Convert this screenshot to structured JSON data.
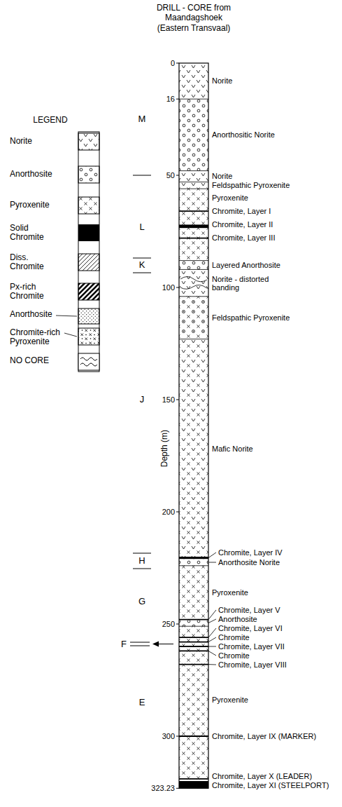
{
  "diagram": {
    "title": "DRILL - CORE from Maandagshoek (Eastern Transvaal)",
    "labels": [
      "LEGEND",
      "0",
      "16",
      "50",
      "100",
      "150",
      "200",
      "250",
      "300",
      "323.23",
      "Depth (m)",
      "M",
      "L",
      "K",
      "J",
      "H",
      "G",
      "F",
      "E",
      "Norite",
      "Anorthositic Norite",
      "Norite",
      "Feldspathic Pyroxenite",
      "Pyroxenite",
      "Chromite, Layer I",
      "Chromite, Layer II",
      "Chromite, Layer III",
      "Layered Anorthosite",
      "Norite - distorted banding",
      "Feldspathic Pyroxenite",
      "Mafic Norite",
      "Chromite, Layer IV",
      "Anorthosite Norite",
      "Pyroxenite",
      "Chromite, Layer V",
      "Anorthosite",
      "Chromite, Layer VI",
      "Chromite",
      "Chromite, Layer VII",
      "Chromite",
      "Chromite, Layer VIII",
      "Pyroxenite",
      "Chromite, Layer IX (MARKER)",
      "Chromite, Layer X (LEADER)",
      "Chromite, Layer XI (STEELPORT)"
    ],
    "legend": [
      {
        "text": "Norite"
      },
      {
        "text": "Anorthosite"
      },
      {
        "text": "Pyroxenite"
      },
      {
        "text": "Solid Chromite",
        "color": "#000000"
      },
      {
        "text": "Diss. Chromite"
      },
      {
        "text": "Px-rich Chromite"
      },
      {
        "text": "Anorthosite"
      },
      {
        "text": "Chromite-rich Pyroxenite"
      },
      {
        "text": "NO CORE"
      }
    ]
  }
}
